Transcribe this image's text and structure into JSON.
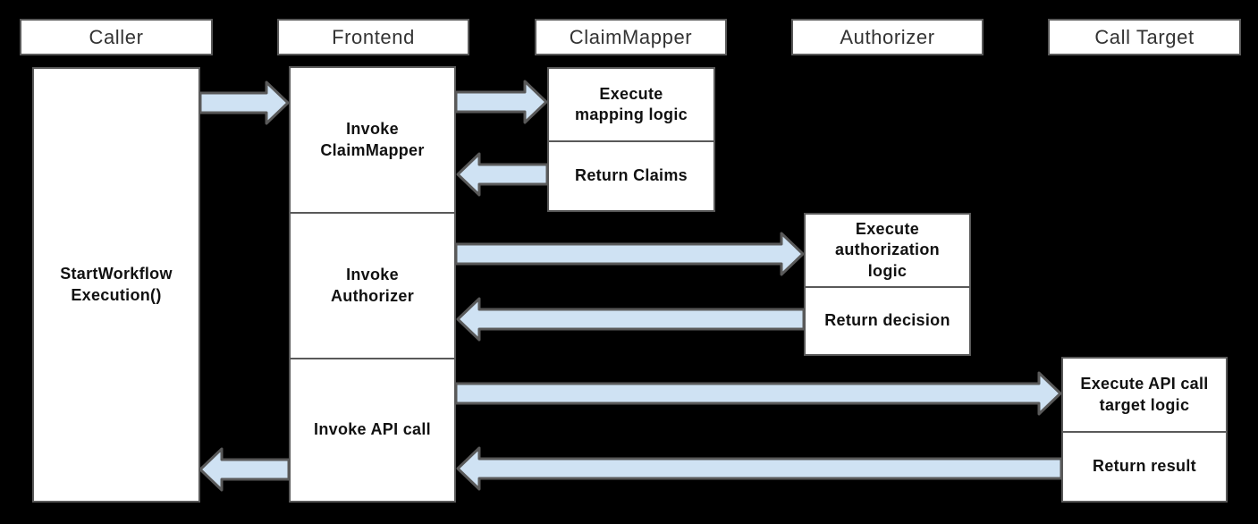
{
  "colors": {
    "background": "#000000",
    "box_fill": "#ffffff",
    "box_border": "#595959",
    "arrow_fill": "#cfe2f3",
    "arrow_border": "#595959",
    "header_text": "#333333",
    "label_text": "#111111"
  },
  "diagram_type": "sequence-diagram",
  "lanes": [
    {
      "id": "caller",
      "label": "Caller"
    },
    {
      "id": "frontend",
      "label": "Frontend"
    },
    {
      "id": "claim_mapper",
      "label": "ClaimMapper"
    },
    {
      "id": "authorizer",
      "label": "Authorizer"
    },
    {
      "id": "call_target",
      "label": "Call Target"
    }
  ],
  "activations": {
    "caller": {
      "label": "StartWorkflow\nExecution()"
    },
    "frontend": {
      "steps": [
        {
          "label": "Invoke\nClaimMapper"
        },
        {
          "label": "Invoke\nAuthorizer"
        },
        {
          "label": "Invoke API call"
        }
      ]
    },
    "claim_mapper": {
      "steps": [
        {
          "label": "Execute\nmapping logic"
        },
        {
          "label": "Return Claims"
        }
      ]
    },
    "authorizer": {
      "steps": [
        {
          "label": "Execute\nauthorization\nlogic"
        },
        {
          "label": "Return decision"
        }
      ]
    },
    "call_target": {
      "steps": [
        {
          "label": "Execute API call\ntarget logic"
        },
        {
          "label": "Return result"
        }
      ]
    }
  },
  "arrows": [
    {
      "name": "caller-to-frontend",
      "from": "Caller",
      "to": "Frontend",
      "direction": "right"
    },
    {
      "name": "frontend-to-claimmapper",
      "from": "Frontend",
      "to": "ClaimMapper",
      "direction": "right"
    },
    {
      "name": "claimmapper-to-frontend",
      "from": "ClaimMapper",
      "to": "Frontend",
      "direction": "left"
    },
    {
      "name": "frontend-to-authorizer",
      "from": "Frontend",
      "to": "Authorizer",
      "direction": "right"
    },
    {
      "name": "authorizer-to-frontend",
      "from": "Authorizer",
      "to": "Frontend",
      "direction": "left"
    },
    {
      "name": "frontend-to-calltarget",
      "from": "Frontend",
      "to": "Call Target",
      "direction": "right"
    },
    {
      "name": "calltarget-to-frontend",
      "from": "Call Target",
      "to": "Frontend",
      "direction": "left"
    },
    {
      "name": "frontend-to-caller",
      "from": "Frontend",
      "to": "Caller",
      "direction": "left"
    }
  ]
}
